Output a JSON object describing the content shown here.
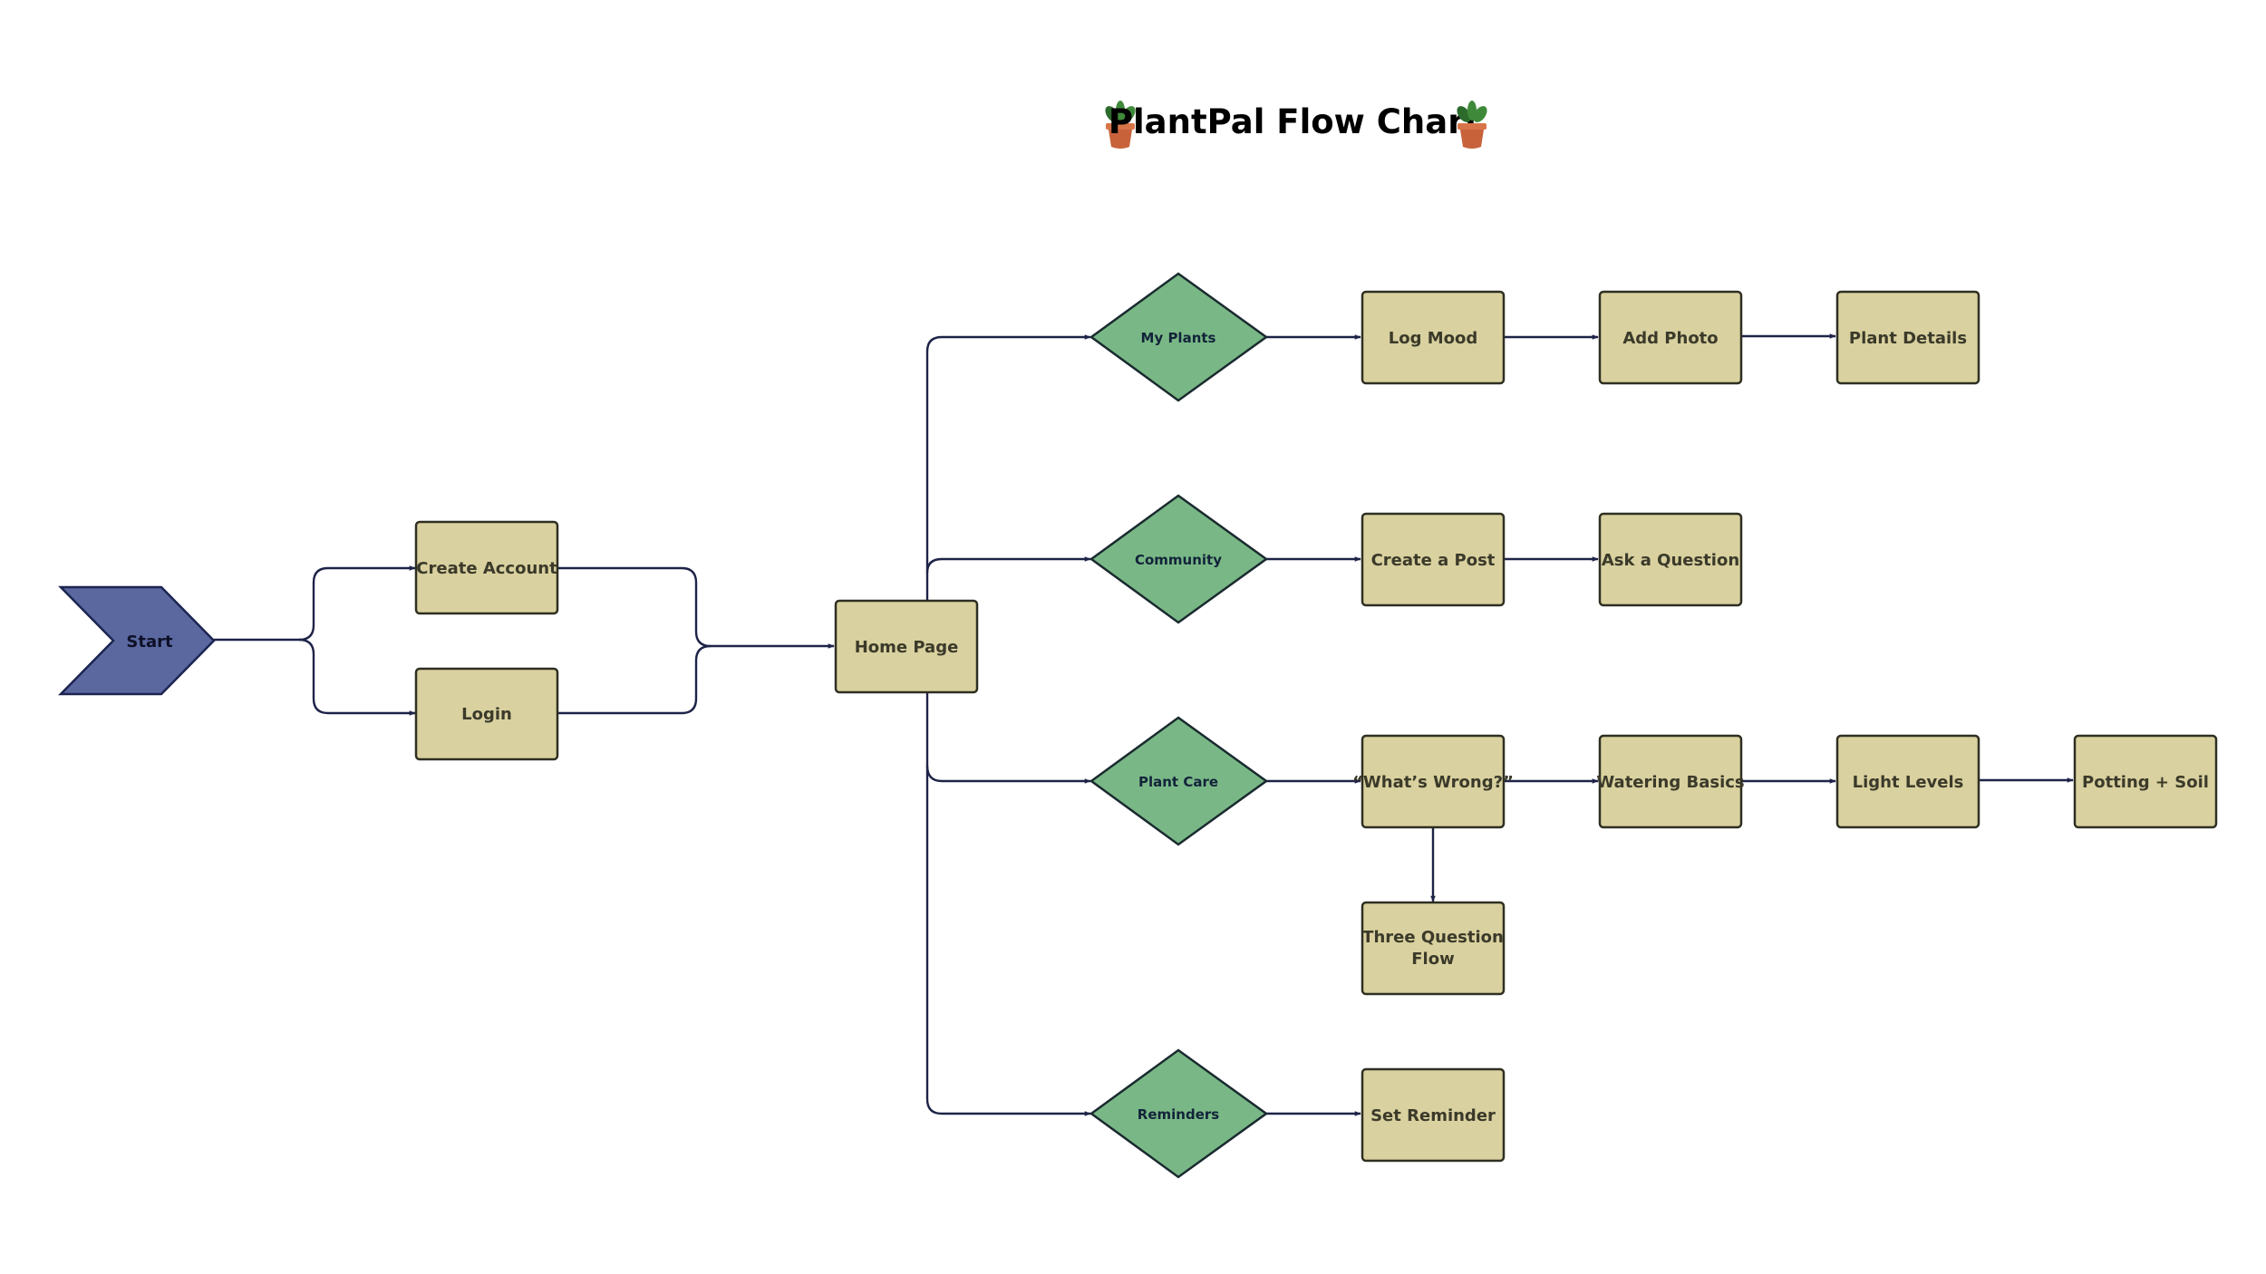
{
  "title": "PlantPal Flow Chart",
  "title_icon": "potted-plant-icon",
  "colors": {
    "process_fill": "#d9d19f",
    "decision_fill": "#79b886",
    "start_fill": "#5b68a0",
    "connector": "#1e2348"
  },
  "nodes": {
    "start": {
      "label": "Start"
    },
    "create_account": {
      "label": "Create Account"
    },
    "login": {
      "label": "Login"
    },
    "home_page": {
      "label": "Home Page"
    },
    "my_plants": {
      "label": "My Plants"
    },
    "community": {
      "label": "Community"
    },
    "plant_care": {
      "label": "Plant Care"
    },
    "reminders": {
      "label": "Reminders"
    },
    "log_mood": {
      "label": "Log Mood"
    },
    "add_photo": {
      "label": "Add Photo"
    },
    "plant_details": {
      "label": "Plant Details"
    },
    "create_post": {
      "label": "Create a Post"
    },
    "ask_question": {
      "label": "Ask a Question"
    },
    "whats_wrong": {
      "label": "“What’s Wrong?”"
    },
    "watering_basics": {
      "label": "Watering Basics"
    },
    "light_levels": {
      "label": "Light Levels"
    },
    "potting_soil": {
      "label": "Potting + Soil"
    },
    "three_question_flow": {
      "line1": "Three Question",
      "line2": "Flow"
    },
    "set_reminder": {
      "label": "Set Reminder"
    }
  }
}
